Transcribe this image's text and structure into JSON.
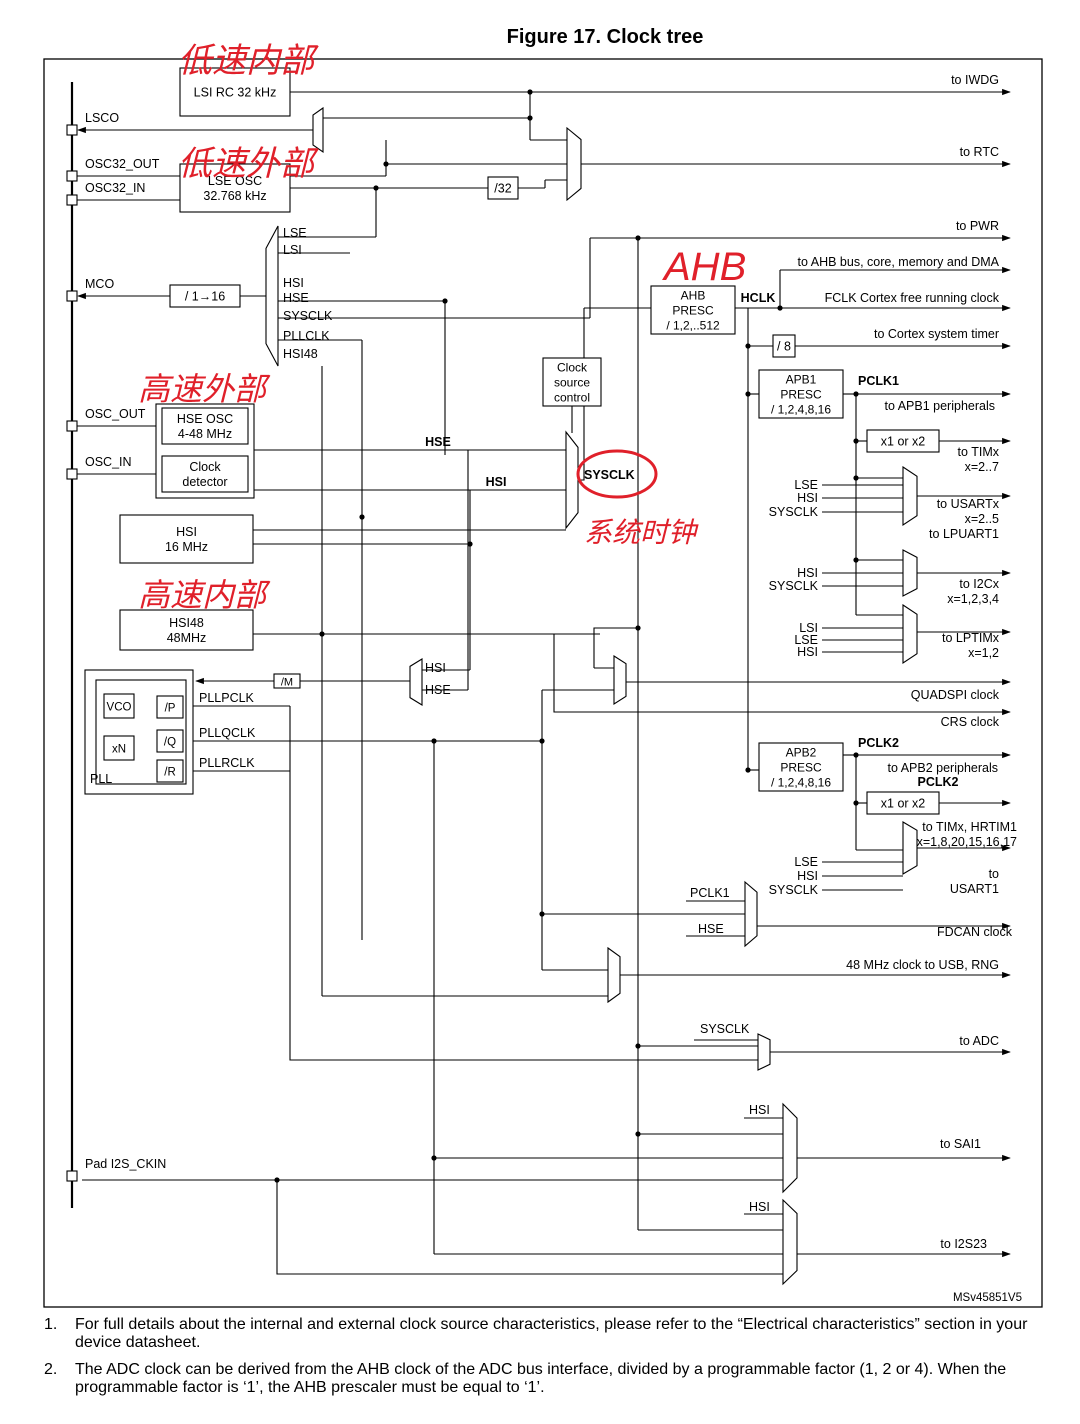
{
  "figure": {
    "title": "Figure 17. Clock tree",
    "id_code": "MSv45851V5"
  },
  "colors": {
    "line": "#000000",
    "handwriting": "#e0202a",
    "background": "#ffffff"
  },
  "pins": {
    "lsco": "LSCO",
    "osc32_out": "OSC32_OUT",
    "osc32_in": "OSC32_IN",
    "mco": "MCO",
    "osc_out": "OSC_OUT",
    "osc_in": "OSC_IN",
    "pad_i2s_ckin": "Pad I2S_CKIN"
  },
  "blocks": {
    "lsi_rc": [
      "LSI RC 32 kHz"
    ],
    "lse_osc": [
      "LSE OSC",
      "32.768 kHz"
    ],
    "div32": [
      "/32"
    ],
    "mco_div": [
      "/ 1→16"
    ],
    "hse_osc": [
      "HSE OSC",
      "4-48 MHz"
    ],
    "clock_detector": [
      "Clock",
      "detector"
    ],
    "hsi16": [
      "HSI",
      "16 MHz"
    ],
    "hsi48": [
      "HSI48",
      "48MHz"
    ],
    "clock_source_control": [
      "Clock",
      "source",
      "control"
    ],
    "ahb_presc": [
      "AHB",
      "PRESC",
      "/ 1,2,..512"
    ],
    "div8": [
      "/ 8"
    ],
    "apb1_presc": [
      "APB1",
      "PRESC",
      "/ 1,2,4,8,16"
    ],
    "apb2_presc": [
      "APB2",
      "PRESC",
      "/ 1,2,4,8,16"
    ],
    "x1x2_a": [
      "x1 or x2"
    ],
    "x1x2_b": [
      "x1 or x2"
    ],
    "div_m": [
      "/M"
    ],
    "vco": [
      "VCO"
    ],
    "xn": [
      "xN"
    ],
    "div_p": [
      "/P"
    ],
    "div_q": [
      "/Q"
    ],
    "div_r": [
      "/R"
    ]
  },
  "pll": {
    "label": "PLL",
    "outputs": [
      "PLLPCLK",
      "PLLQCLK",
      "PLLRCLK"
    ]
  },
  "mco_mux_inputs": [
    "LSE",
    "LSI",
    "HSI",
    "HSE",
    "SYSCLK",
    "PLLCLK",
    "HSI48"
  ],
  "signals": {
    "hse": "HSE",
    "hsi": "HSI",
    "sysclk": "SYSCLK",
    "hclk": "HCLK",
    "pclk1": "PCLK1",
    "pclk2": "PCLK2",
    "pll_in_hsi": "HSI",
    "pll_in_hse": "HSE"
  },
  "outputs": {
    "iwdg": "to IWDG",
    "rtc": "to RTC",
    "pwr": "to PWR",
    "ahb": "to AHB bus, core, memory and DMA",
    "fclk": "FCLK Cortex free running clock",
    "systimer": "to Cortex system timer",
    "apb1": "to APB1 peripherals",
    "tim1": [
      "to TIMx",
      "x=2..7"
    ],
    "usart": [
      "to USARTx",
      "x=2..5",
      "to LPUART1"
    ],
    "i2c": [
      "to I2Cx",
      "x=1,2,3,4"
    ],
    "lptim": [
      "to LPTIMx",
      "x=1,2"
    ],
    "quadspi": "QUADSPI clock",
    "crs": "CRS clock",
    "apb2": "to APB2 peripherals",
    "tim2": [
      "to TIMx, HRTIM1",
      "x=1,8,20,15,16,17"
    ],
    "usart1": [
      "to",
      "USART1"
    ],
    "fdcan": "FDCAN clock",
    "usb": "48 MHz clock to USB, RNG",
    "adc": "to ADC",
    "sai": "to SAI1",
    "i2s": "to I2S23"
  },
  "mux_inputs": {
    "usart": [
      "LSE",
      "HSI",
      "SYSCLK"
    ],
    "i2c": [
      "HSI",
      "SYSCLK"
    ],
    "lptim": [
      "LSI",
      "LSE",
      "HSI"
    ],
    "usart1": [
      "LSE",
      "HSI",
      "SYSCLK"
    ],
    "fdcan": [
      "PCLK1",
      "HSE"
    ],
    "adc": [
      "SYSCLK"
    ],
    "sai": [
      "HSI"
    ],
    "i2s": [
      "HSI"
    ]
  },
  "annotations": {
    "ahb_hand": "AHB",
    "sysclk_hand": "系统时钟",
    "lsi_hand": "低速内部",
    "lse_hand": "低速外部",
    "hse_hand": "高速外部",
    "hsi_hand": "高速内部"
  },
  "notes": [
    {
      "num": "1.",
      "text": "For full details about the internal and external clock source characteristics, please refer to the “Electrical characteristics” section in your device datasheet."
    },
    {
      "num": "2.",
      "text": "The ADC clock can be derived from the AHB clock of the ADC bus interface, divided by a programmable factor (1, 2 or 4). When the programmable factor is ‘1’, the AHB prescaler must be equal to ‘1’."
    }
  ]
}
